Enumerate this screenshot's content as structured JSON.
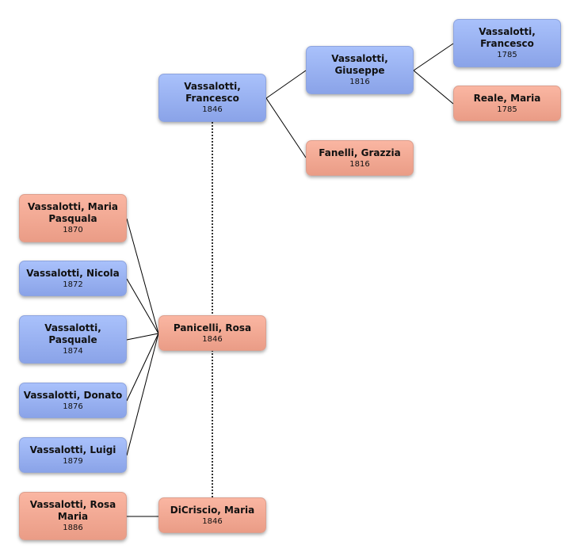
{
  "people": {
    "francesco_1846": {
      "name": "Vassalotti,\nFrancesco",
      "year": "1846"
    },
    "giuseppe_1816": {
      "name": "Vassalotti,\nGiuseppe",
      "year": "1816"
    },
    "francesco_1785": {
      "name": "Vassalotti,\nFrancesco",
      "year": "1785"
    },
    "maria_reale": {
      "name": "Reale, Maria",
      "year": "1785"
    },
    "grazzia_fanelli": {
      "name": "Fanelli, Grazzia",
      "year": "1816"
    },
    "rosa_panicelli": {
      "name": "Panicelli, Rosa",
      "year": "1846"
    },
    "maria_dicriscio": {
      "name": "DiCriscio, Maria",
      "year": "1846"
    },
    "maria_pasquala": {
      "name": "Vassalotti, Maria\nPasquala",
      "year": "1870"
    },
    "nicola": {
      "name": "Vassalotti, Nicola",
      "year": "1872"
    },
    "pasquale": {
      "name": "Vassalotti,\nPasquale",
      "year": "1874"
    },
    "donato": {
      "name": "Vassalotti, Donato",
      "year": "1876"
    },
    "luigi": {
      "name": "Vassalotti, Luigi",
      "year": "1879"
    },
    "rosa_maria": {
      "name": "Vassalotti, Rosa\nMaria",
      "year": "1886"
    }
  },
  "colors": {
    "male": "#9bb3f5",
    "female": "#f4ab95",
    "line": "#000000"
  }
}
